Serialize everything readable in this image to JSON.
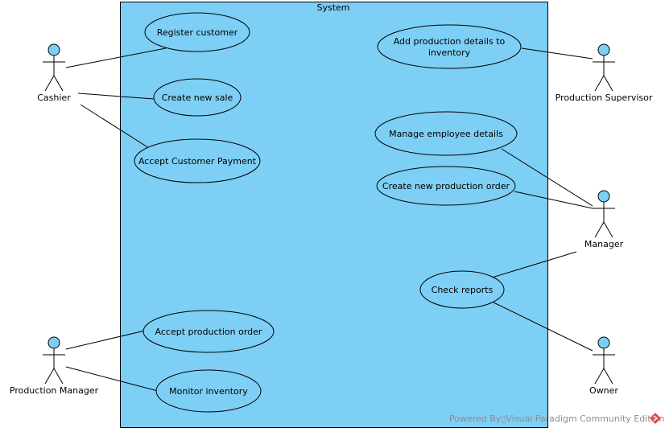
{
  "diagram": {
    "system_label": "System",
    "colors": {
      "system_fill": "#7ecff5",
      "usecase_fill": "#7ecff5",
      "actor_head_fill": "#7ecff5",
      "stroke": "#000000",
      "watermark_text": "#8c8c8c",
      "watermark_logo": "#d9534f"
    },
    "actors": {
      "cashier": "Cashier",
      "production_supervisor": "Production Supervisor",
      "manager": "Manager",
      "production_manager": "Production Manager",
      "owner": "Owner"
    },
    "use_cases": {
      "register_customer": [
        "Register customer"
      ],
      "create_new_sale": [
        "Create new sale"
      ],
      "accept_customer_payment": [
        "Accept Customer Payment"
      ],
      "add_production_details": [
        "Add production details to",
        "inventory"
      ],
      "manage_employee_details": [
        "Manage employee details"
      ],
      "create_new_production_order": [
        "Create new production order"
      ],
      "check_reports": [
        "Check reports"
      ],
      "accept_production_order": [
        "Accept production order"
      ],
      "monitor_inventory": [
        "Monitor inventory"
      ]
    },
    "associations": [
      [
        "cashier",
        "register_customer"
      ],
      [
        "cashier",
        "create_new_sale"
      ],
      [
        "cashier",
        "accept_customer_payment"
      ],
      [
        "production_supervisor",
        "add_production_details"
      ],
      [
        "manager",
        "manage_employee_details"
      ],
      [
        "manager",
        "create_new_production_order"
      ],
      [
        "manager",
        "check_reports"
      ],
      [
        "owner",
        "check_reports"
      ],
      [
        "production_manager",
        "accept_production_order"
      ],
      [
        "production_manager",
        "monitor_inventory"
      ]
    ],
    "watermark": {
      "text": "Powered By▯Visual Paradigm Community Edition",
      "logo_icon": "visual-paradigm-logo-icon"
    }
  }
}
